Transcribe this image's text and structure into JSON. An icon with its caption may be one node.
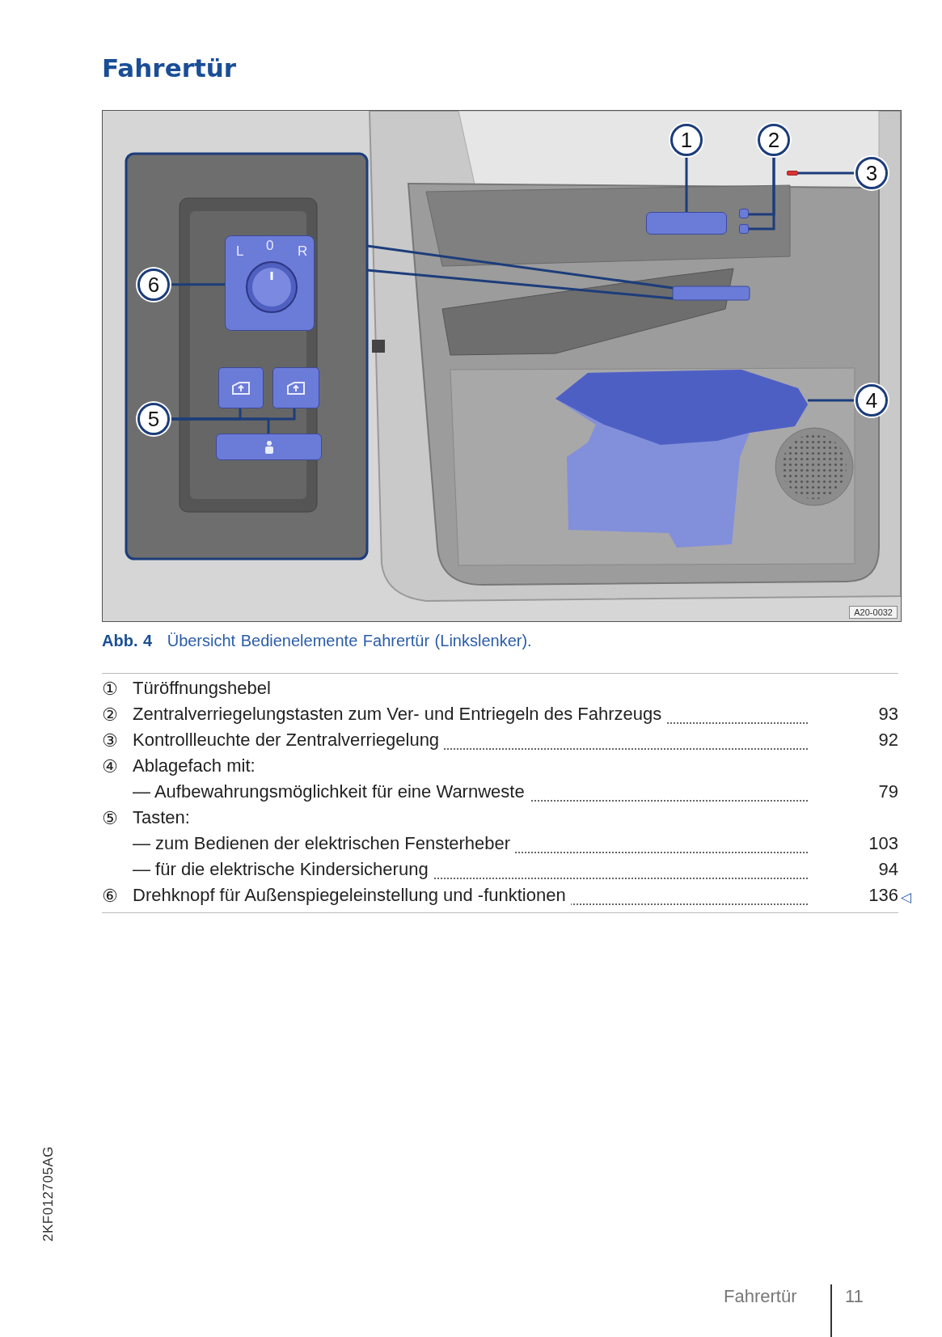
{
  "diagram": {
    "title": "Fahrertür",
    "caption": "**Abb. 4** Übersicht Bedienelemente Fahrertür (Linkslenker).",
    "nodes": [
      {
        "text": [
          "1"
        ]
      },
      {
        "text": [
          "2"
        ]
      },
      {
        "text": [
          "3"
        ]
      },
      {
        "text": [],
        "shape": "box"
      },
      {
        "text": [],
        "shape": "box"
      },
      {
        "text": [],
        "shape": "box"
      },
      {
        "text": [],
        "shape": "box"
      },
      {
        "text": [
          "6"
        ]
      },
      {
        "text": [],
        "shape": "box"
      },
      {
        "text": [
          "4"
        ]
      },
      {
        "text": [],
        "shape": "picture"
      },
      {
        "text": [],
        "shape": "box"
      },
      {
        "text": [],
        "shape": "box"
      },
      {
        "text": [
          "5"
        ]
      },
      {
        "text": [],
        "shape": "box"
      }
    ],
    "edges": [
      {
        "from": 0,
        "to": 3,
        "arrow": "none"
      },
      {
        "from": 1,
        "to": 4,
        "arrow": "none"
      },
      {
        "from": 1,
        "to": 5,
        "arrow": "none"
      },
      {
        "from": 2,
        "to": 6,
        "arrow": "none"
      },
      {
        "from": 7,
        "to": 8,
        "arrow": "none"
      },
      {
        "from": 9,
        "to": 10,
        "arrow": "none"
      },
      {
        "from": 13,
        "to": 11,
        "arrow": "none"
      },
      {
        "from": 13,
        "to": 12,
        "arrow": "none"
      },
      {
        "from": 13,
        "to": 14,
        "arrow": "none"
      }
    ],
    "labels": [
      "L",
      "0",
      "R",
      "A20-0032",
      "①",
      "Türöffnungshebel",
      "②",
      "Zentralverriegelungstasten zum Ver- und Entriegeln des Fahrzeugs",
      "93",
      "③",
      "Kontrollleuchte der Zentralverriegelung",
      "92",
      "④",
      "Ablagefach mit:",
      "— Aufbewahrungsmöglichkeit für eine Warnweste",
      "79",
      "⑤",
      "Tasten:",
      "— zum Bedienen der elektrischen Fensterheber",
      "103",
      "— für die elektrische Kindersicherung",
      "94",
      "⑥",
      "Drehknopf für Außenspiegeleinstellung und -funktionen",
      "136",
      "◁",
      "2KF012705AG",
      "Fahrertür",
      "11"
    ]
  }
}
